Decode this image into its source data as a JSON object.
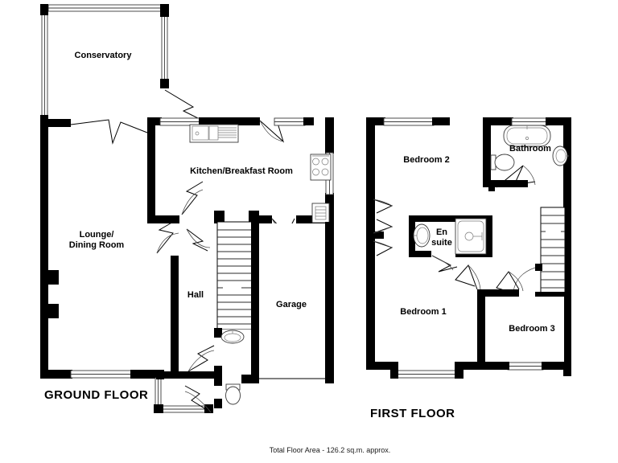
{
  "document": {
    "type": "floor-plan",
    "footer_note": "Total Floor Area - 126.2 sq.m. approx."
  },
  "ground_floor": {
    "title": "GROUND FLOOR",
    "rooms": [
      {
        "id": "conservatory",
        "label": "Conservatory"
      },
      {
        "id": "kitchen",
        "label": "Kitchen/Breakfast Room"
      },
      {
        "id": "lounge-dining",
        "label": "Lounge/\nDining Room"
      },
      {
        "id": "lounge-line1",
        "label": "Lounge/"
      },
      {
        "id": "lounge-line2",
        "label": "Dining Room"
      },
      {
        "id": "hall",
        "label": "Hall"
      },
      {
        "id": "garage",
        "label": "Garage"
      }
    ],
    "fixtures": [
      {
        "id": "kitchen-sink",
        "label": "sink-unit-icon"
      },
      {
        "id": "kitchen-hob",
        "label": "hob-icon"
      },
      {
        "id": "kitchen-appliance",
        "label": "appliance-icon"
      },
      {
        "id": "wc-basin",
        "label": "wash-basin-icon"
      },
      {
        "id": "wc-toilet",
        "label": "toilet-icon"
      },
      {
        "id": "staircase",
        "label": "staircase-icon"
      },
      {
        "id": "fireplace",
        "label": "chimney-breast-icon"
      }
    ]
  },
  "first_floor": {
    "title": "FIRST FLOOR",
    "rooms": [
      {
        "id": "bedroom-2",
        "label": "Bedroom 2"
      },
      {
        "id": "bathroom",
        "label": "Bathroom"
      },
      {
        "id": "en-suite-line1",
        "label": "En"
      },
      {
        "id": "en-suite-line2",
        "label": "suite"
      },
      {
        "id": "bedroom-1",
        "label": "Bedroom 1"
      },
      {
        "id": "bedroom-3",
        "label": "Bedroom 3"
      }
    ],
    "fixtures": [
      {
        "id": "bath-tub",
        "label": "bathtub-icon"
      },
      {
        "id": "bathroom-toilet",
        "label": "toilet-icon"
      },
      {
        "id": "bathroom-basin",
        "label": "wash-basin-icon"
      },
      {
        "id": "ensuite-basin",
        "label": "wash-basin-icon"
      },
      {
        "id": "ensuite-shower",
        "label": "shower-cubicle-icon"
      },
      {
        "id": "landing-staircase",
        "label": "staircase-icon"
      }
    ]
  },
  "colors": {
    "wall": "#000000",
    "room_fill": "#ffffff",
    "text": "#000000",
    "background": "#ffffff"
  }
}
